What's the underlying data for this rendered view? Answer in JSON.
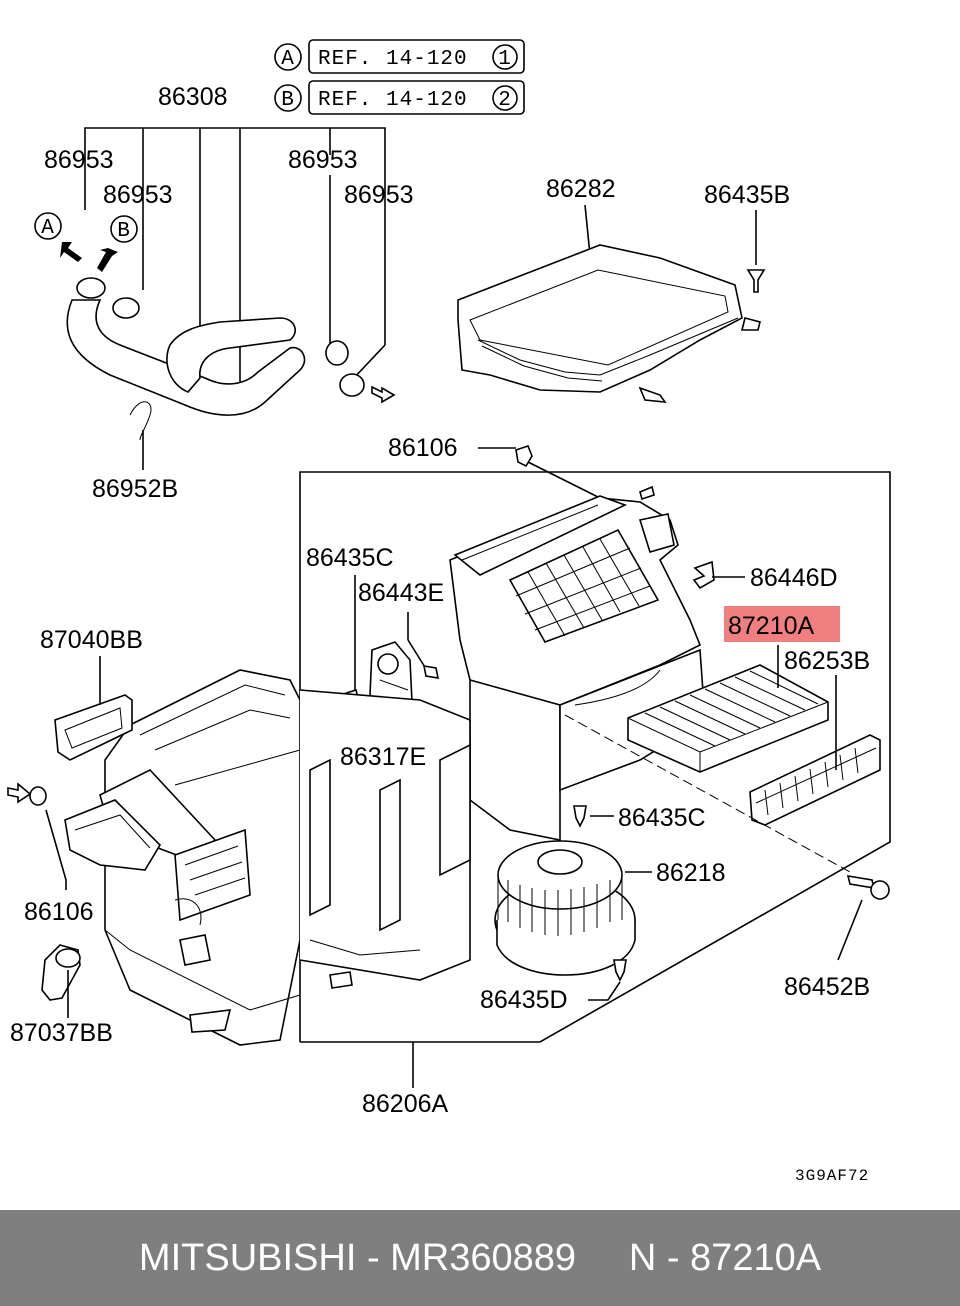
{
  "references": [
    {
      "circle": "A",
      "text": "REF. 14-120",
      "num": "1"
    },
    {
      "circle": "B",
      "text": "REF. 14-120",
      "num": "2"
    }
  ],
  "labels": {
    "p86308": "86308",
    "p86953_a": "86953",
    "p86953_b": "86953",
    "p86953_c": "86953",
    "p86953_d": "86953",
    "p86952b": "86952B",
    "p86282": "86282",
    "p86435b": "86435B",
    "p86106_top": "86106",
    "p86435c_left": "86435C",
    "p86443e": "86443E",
    "p86446d": "86446D",
    "p87210a": "87210A",
    "p86253b": "86253B",
    "p87040bb": "87040BB",
    "p86317e": "86317E",
    "p86435c_right": "86435C",
    "p86218": "86218",
    "p86106_left": "86106",
    "p87037bb": "87037BB",
    "p86452b": "86452B",
    "p86435d": "86435D",
    "p86206a": "86206A"
  },
  "hose_arrows": {
    "a": "A",
    "b": "B"
  },
  "highlight_color": "#f08080",
  "diagram_code": "3G9AF72",
  "footer": {
    "brand": "MITSUBISHI",
    "part_number": "MR360889",
    "ref": "N - 87210A",
    "text": "MITSUBISHI - MR360889     N - 87210A"
  },
  "footer_bg": "#7f7f7f"
}
